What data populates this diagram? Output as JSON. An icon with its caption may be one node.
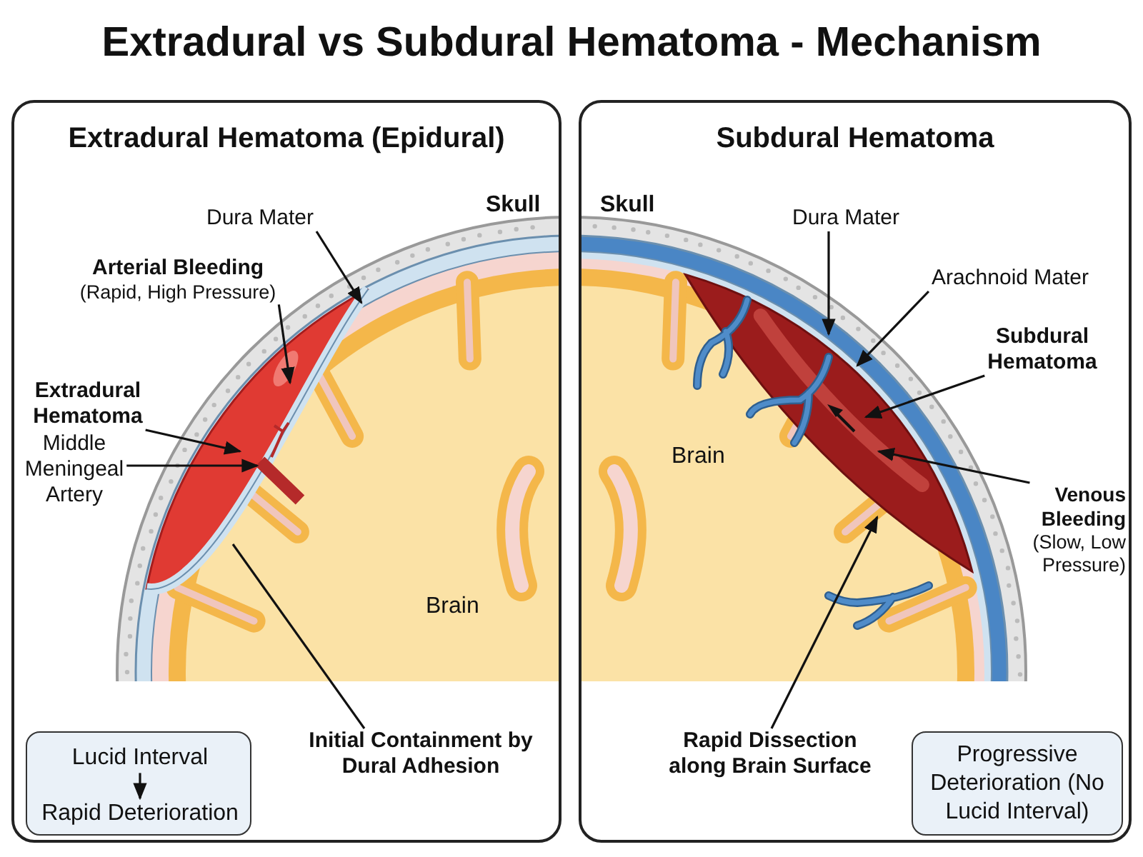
{
  "diagram": {
    "title": "Extradural vs Subdural Hematoma - Mechanism",
    "nodes": [
      {
        "text": [
          "Extradural Hematoma (Epidural)"
        ]
      },
      {
        "text": [
          "Dura Mater"
        ],
        "in": 0
      },
      {
        "text": [
          "Arterial Bleeding",
          "(Rapid, High Pressure)"
        ],
        "in": 0
      },
      {
        "text": [
          "Extradural Hematoma"
        ],
        "in": 0
      },
      {
        "text": [
          "Middle Meningeal Artery"
        ],
        "in": 0
      },
      {
        "text": [
          "Initial Containment by Dural Adhesion"
        ],
        "in": 0
      },
      {
        "text": [],
        "shape": "box",
        "in": 0
      },
      {
        "text": [
          "Lucid Interval"
        ],
        "in": 6
      },
      {
        "text": [
          "Rapid Deterioration"
        ],
        "in": 6
      },
      {
        "text": [
          "Subdural Hematoma"
        ]
      },
      {
        "text": [
          "Dura Mater"
        ],
        "in": 9
      },
      {
        "text": [
          "Arachnoid Mater"
        ],
        "in": 9
      },
      {
        "text": [
          "Subdural Hematoma"
        ],
        "in": 9
      },
      {
        "text": [
          "Venous Bleeding",
          "(Slow, Low Pressure)"
        ],
        "in": 9
      },
      {
        "text": [
          "Rapid Dissection along Brain Surface"
        ],
        "in": 9
      },
      {
        "text": [
          "Progressive Deterioration (No Lucid Interval)"
        ],
        "in": 9
      }
    ],
    "edges": [
      {
        "from": 1,
        "to": null,
        "arrow": "to"
      },
      {
        "from": 2,
        "to": null,
        "arrow": "to"
      },
      {
        "from": 3,
        "to": null,
        "arrow": "to"
      },
      {
        "from": 4,
        "to": null,
        "arrow": "to"
      },
      {
        "from": 5,
        "to": null,
        "arrow": "none"
      },
      {
        "from": 7,
        "to": 8,
        "arrow": "to"
      },
      {
        "from": 10,
        "to": null,
        "arrow": "to"
      },
      {
        "from": 11,
        "to": null,
        "arrow": "to"
      },
      {
        "from": 12,
        "to": null,
        "arrow": "to"
      },
      {
        "from": 13,
        "to": null,
        "arrow": "to"
      },
      {
        "from": 14,
        "to": null,
        "arrow": "to"
      }
    ],
    "labels": [
      "Skull",
      "Brain",
      "Skull",
      "Brain"
    ]
  }
}
